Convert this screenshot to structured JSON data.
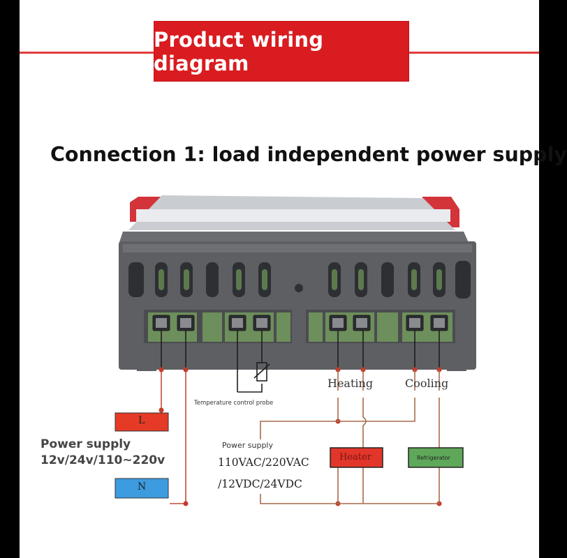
{
  "header": {
    "title": "Product wiring diagram"
  },
  "connection_title": "Connection 1: load independent power supply",
  "labels": {
    "heating": "Heating",
    "cooling": "Cooling",
    "probe": "Temperature control probe",
    "L": "L",
    "N": "N",
    "heater": "Heater",
    "refrigerator": "Refrigerator"
  },
  "left_supply": {
    "title": "Power supply",
    "voltage": "12v/24v/110~220v"
  },
  "right_supply": {
    "title": "Power supply",
    "line1": "110VAC/220VAC",
    "line2": "/12VDC/24VDC"
  },
  "colors": {
    "accent": "#d91c20",
    "wire": "#a86a4a",
    "device_body": "#5e5f63",
    "terminal_green": "#6d8f5b",
    "L_box": "#e53a26",
    "N_box": "#3d9be0",
    "heater_box": "#e2362a",
    "refrigerator_box": "#5fa85a"
  }
}
